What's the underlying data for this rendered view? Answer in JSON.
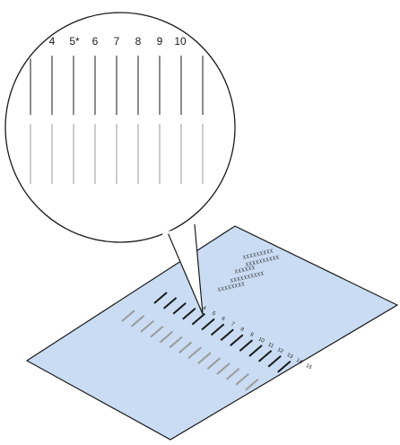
{
  "colors": {
    "sheet_fill": "#c9dcf3",
    "outline": "#1a1a1a",
    "dark_line": "#1a1a1a",
    "light_line": "#9a9a9a"
  },
  "magnifier": {
    "column_numbers": [
      "4",
      "5*",
      "6",
      "7",
      "8",
      "9",
      "10"
    ]
  },
  "sheet": {
    "column_numbers": [
      "4",
      "5",
      "6",
      "7",
      "8",
      "9",
      "10",
      "11",
      "12",
      "13",
      "14",
      "15"
    ],
    "text_lines": [
      "XXXXXXXXX",
      "XXXXXXXXXX",
      "XXXXXX",
      "XXXXXXXXXX",
      "XXXXXXXX"
    ]
  }
}
